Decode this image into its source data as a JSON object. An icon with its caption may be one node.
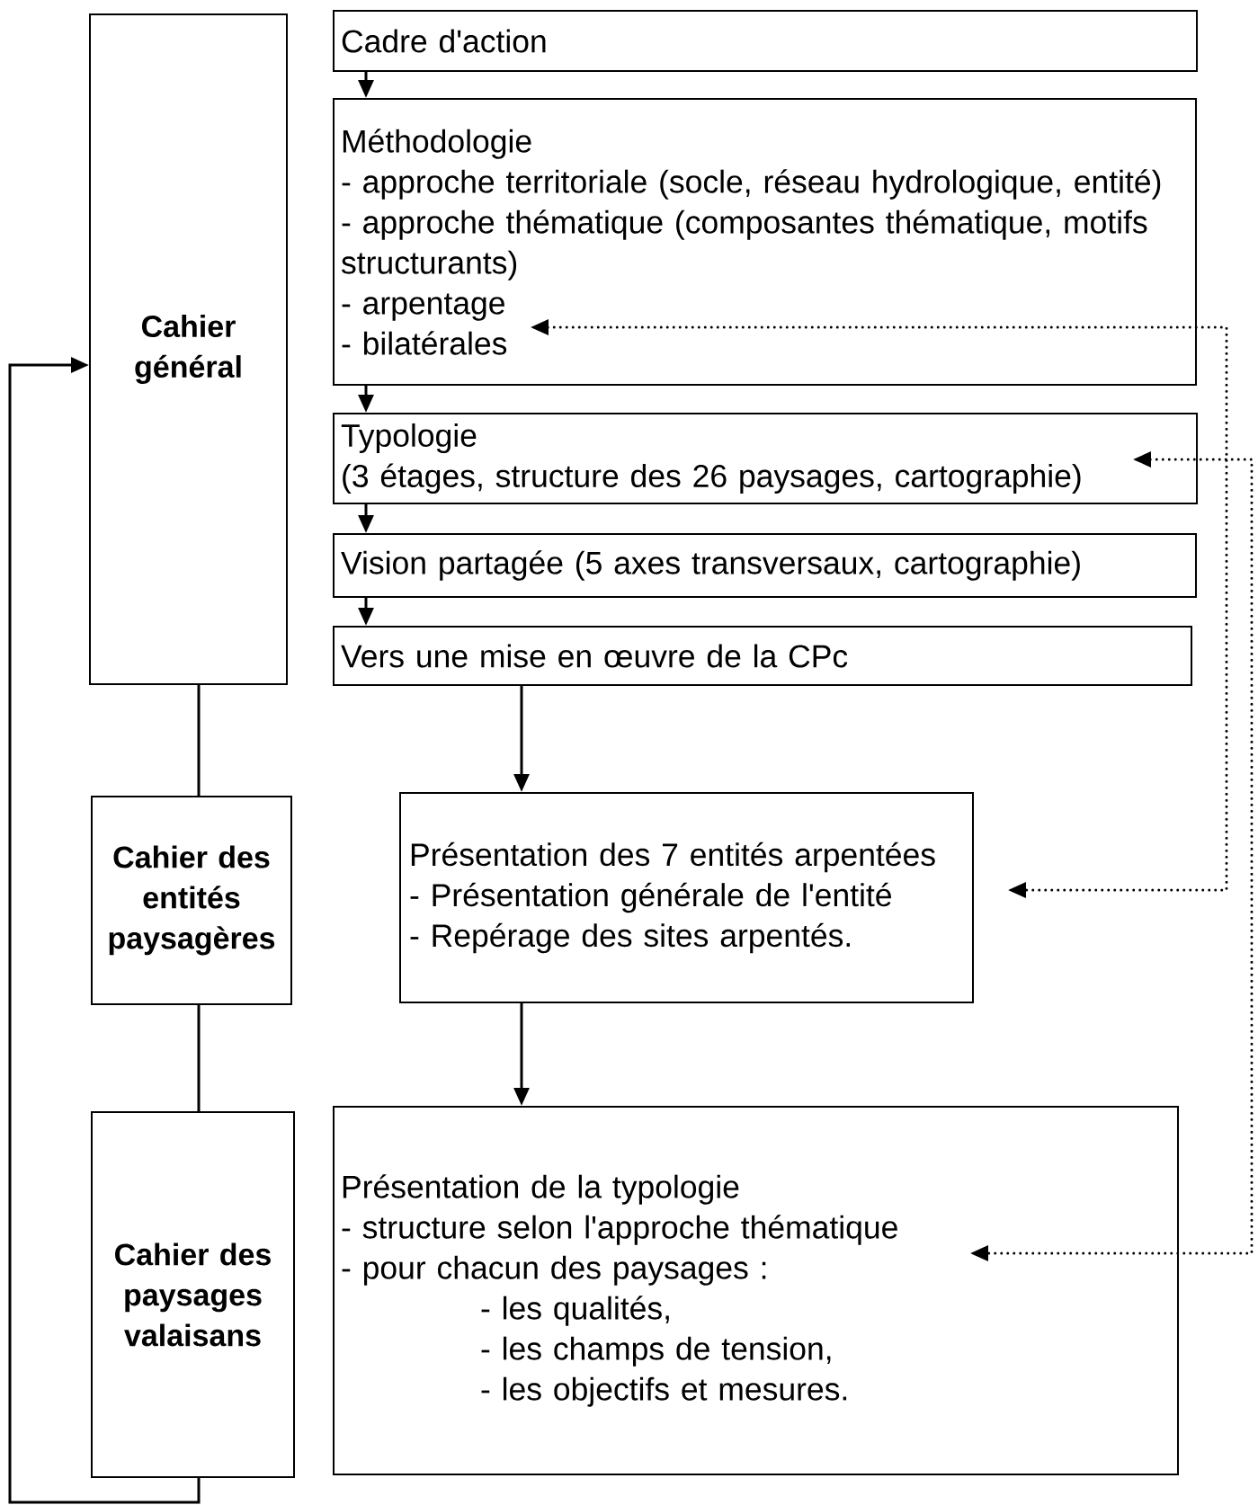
{
  "diagram": {
    "nodes": [
      {
        "text": [
          "Cahier général"
        ]
      },
      {
        "text": [
          "Cadre d'action"
        ]
      },
      {
        "text": [
          "Méthodologie",
          "- approche territoriale (socle, réseau hydrologique, entité)",
          "- approche thématique (composantes thématique, motifs structurants)",
          "- arpentage",
          "- bilatérales"
        ]
      },
      {
        "text": [
          "Typologie",
          "(3 étages, structure des 26 paysages, cartographie)"
        ]
      },
      {
        "text": [
          "Vision partagée (5 axes transversaux, cartographie)"
        ]
      },
      {
        "text": [
          "Vers une mise en œuvre de la CPc"
        ]
      },
      {
        "text": [
          "Cahier des entités paysagères"
        ]
      },
      {
        "text": [
          "Présentation des 7 entités arpentées",
          "- Présentation générale de l'entité",
          "- Repérage des sites arpentés."
        ]
      },
      {
        "text": [
          "Cahier des paysages valaisans"
        ]
      },
      {
        "text": [
          "Présentation de la typologie",
          "- structure selon l'approche thématique",
          "- pour chacun des paysages :",
          "- les qualités,",
          "- les champs de tension,",
          "- les objectifs et mesures."
        ]
      }
    ],
    "edges": [
      {
        "from": 1,
        "to": 2,
        "arrow": "to"
      },
      {
        "from": 2,
        "to": 3,
        "arrow": "to"
      },
      {
        "from": 3,
        "to": 4,
        "arrow": "to"
      },
      {
        "from": 4,
        "to": 5,
        "arrow": "to"
      },
      {
        "from": 5,
        "to": 7,
        "arrow": "to"
      },
      {
        "from": 7,
        "to": 9,
        "arrow": "to"
      },
      {
        "from": 0,
        "to": 6,
        "arrow": "none"
      },
      {
        "from": 6,
        "to": 8,
        "arrow": "none"
      },
      {
        "from": 8,
        "to": 0,
        "arrow": "to"
      },
      {
        "from": 2,
        "to": 7,
        "arrow": "both",
        "style": "dashed"
      },
      {
        "from": 3,
        "to": 9,
        "arrow": "both",
        "style": "dashed"
      }
    ]
  }
}
